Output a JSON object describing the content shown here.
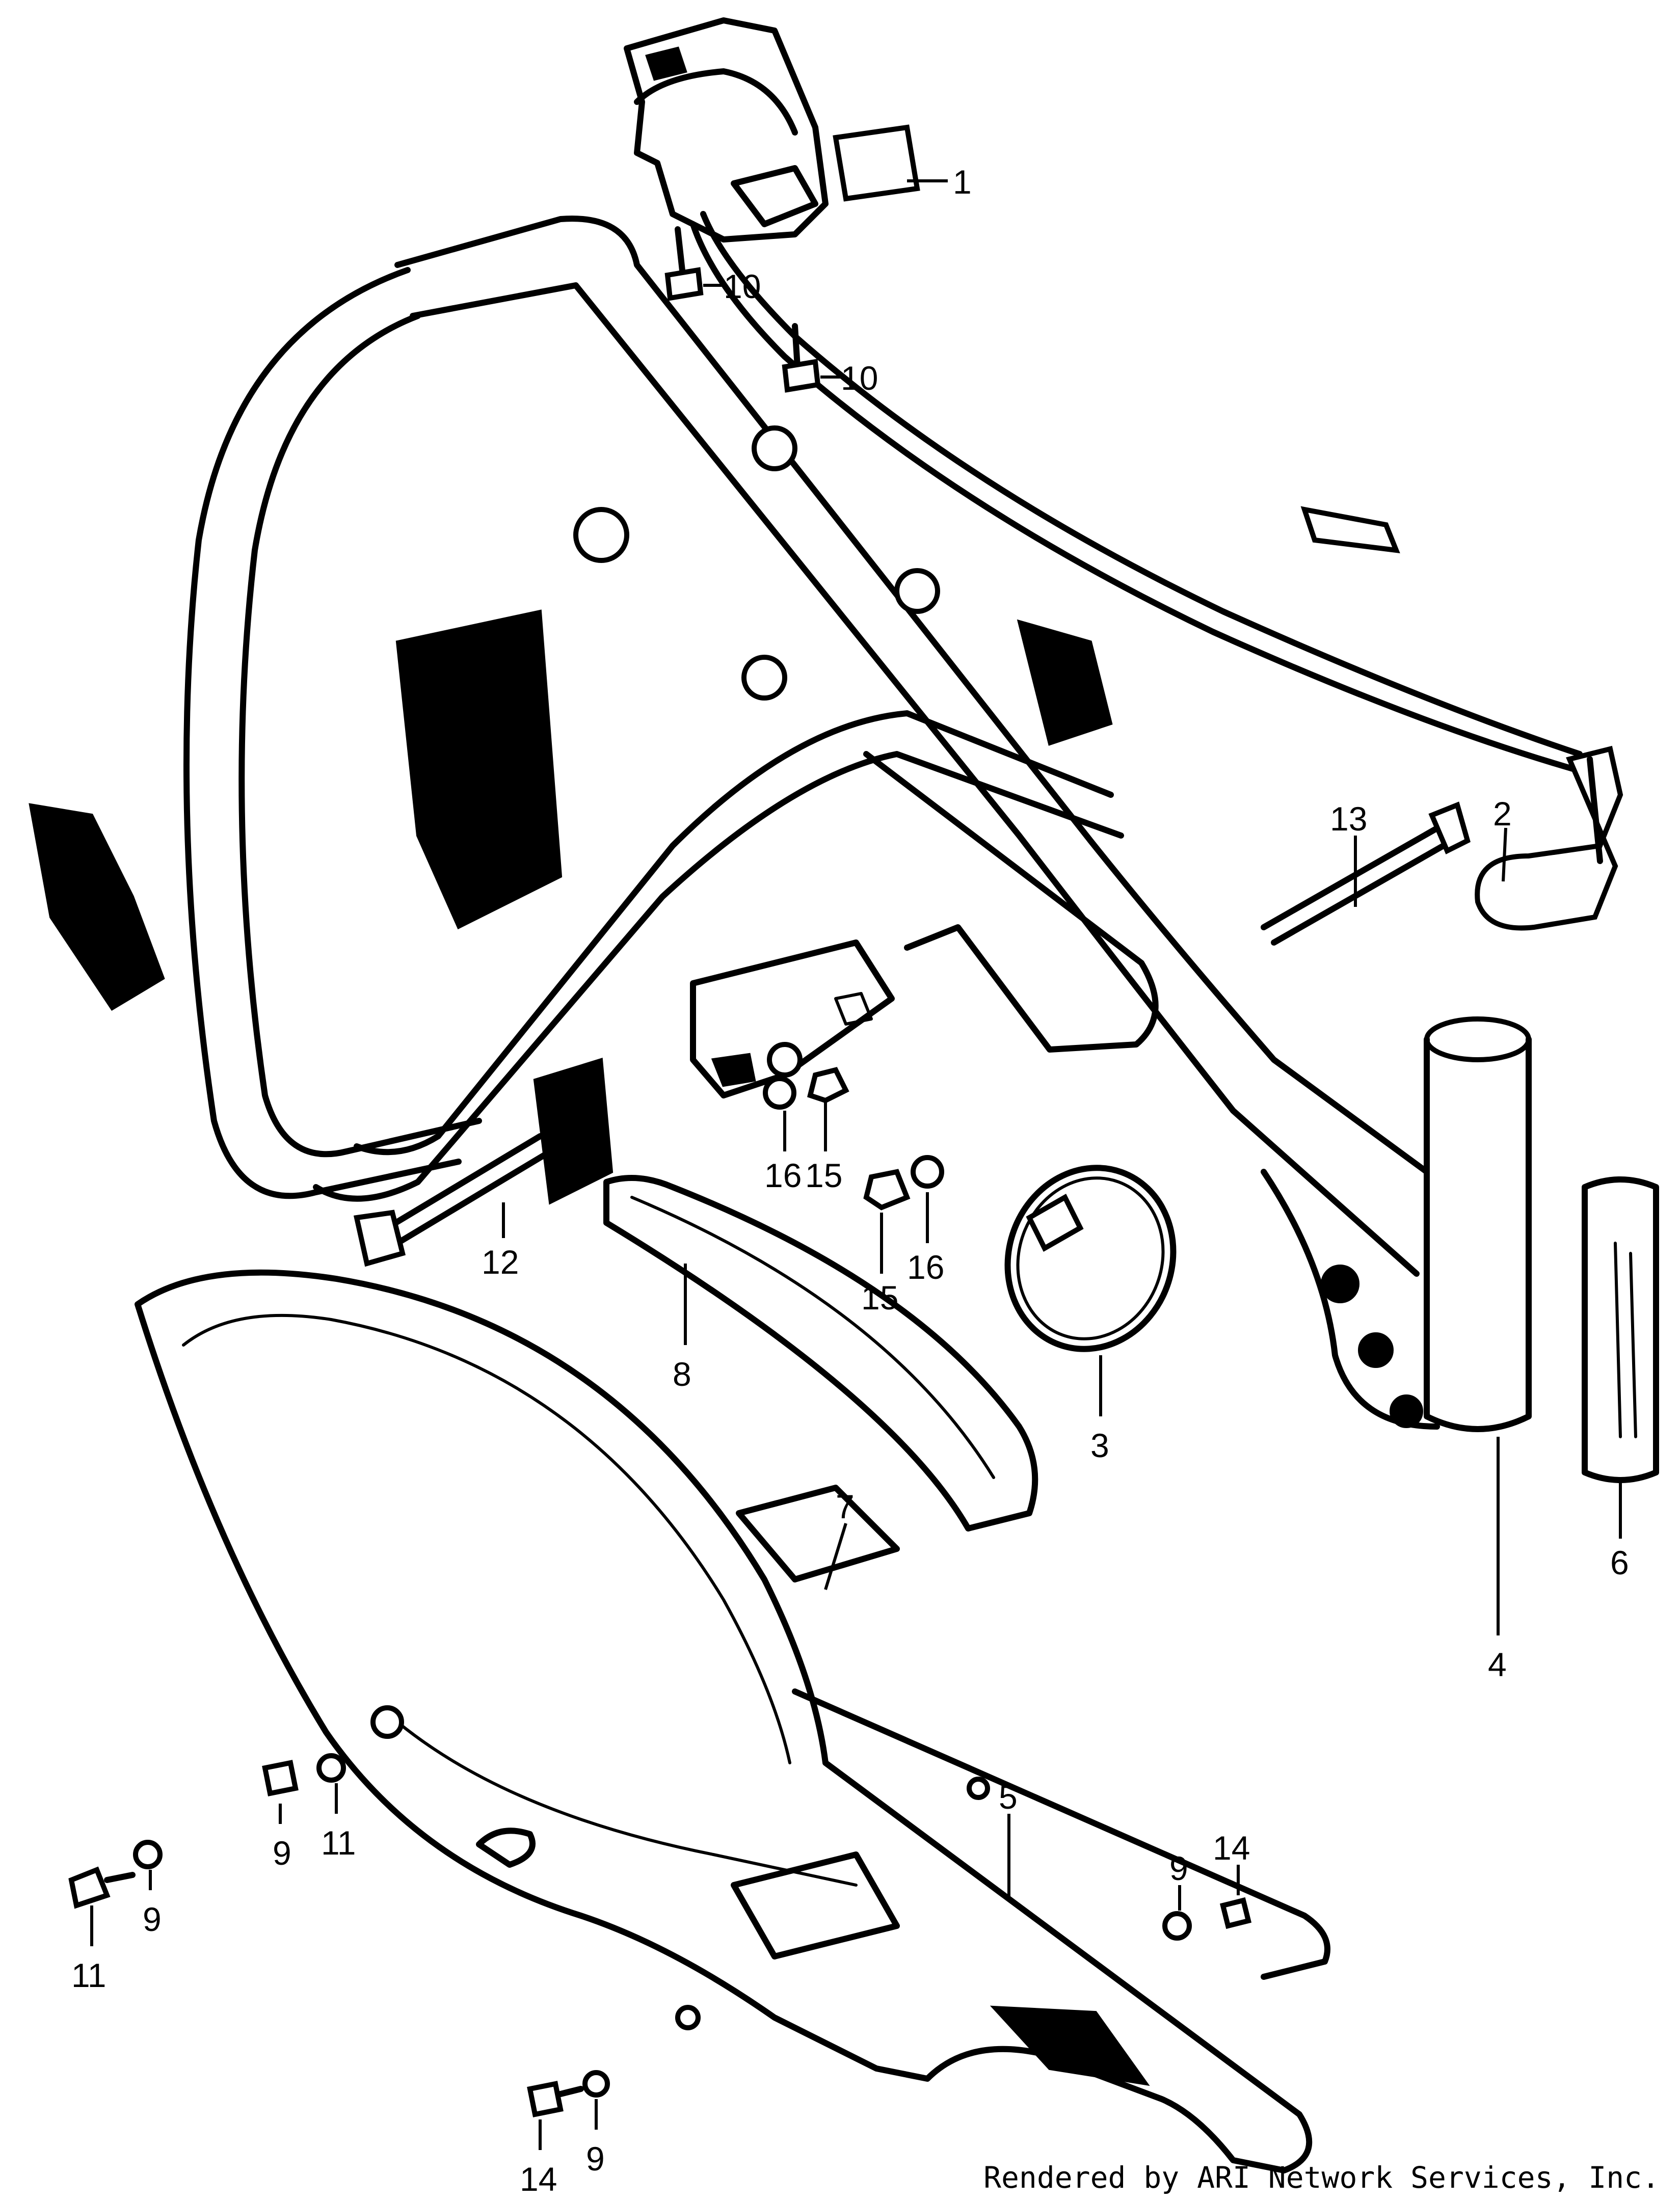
{
  "credit": "Rendered by ARI Network Services, Inc.",
  "callouts": [
    {
      "id": "1",
      "text": "1"
    },
    {
      "id": "2",
      "text": "2"
    },
    {
      "id": "3",
      "text": "3"
    },
    {
      "id": "4",
      "text": "4"
    },
    {
      "id": "5",
      "text": "5"
    },
    {
      "id": "6",
      "text": "6"
    },
    {
      "id": "7",
      "text": "7"
    },
    {
      "id": "8",
      "text": "8"
    },
    {
      "id": "9a",
      "text": "9"
    },
    {
      "id": "9b",
      "text": "9"
    },
    {
      "id": "9c",
      "text": "9"
    },
    {
      "id": "9d",
      "text": "9"
    },
    {
      "id": "10a",
      "text": "10"
    },
    {
      "id": "10b",
      "text": "10"
    },
    {
      "id": "11a",
      "text": "11"
    },
    {
      "id": "11b",
      "text": "11"
    },
    {
      "id": "12",
      "text": "12"
    },
    {
      "id": "13",
      "text": "13"
    },
    {
      "id": "14a",
      "text": "14"
    },
    {
      "id": "14b",
      "text": "14"
    },
    {
      "id": "15a",
      "text": "15"
    },
    {
      "id": "15b",
      "text": "15"
    },
    {
      "id": "16a",
      "text": "16"
    },
    {
      "id": "16b",
      "text": "16"
    }
  ]
}
